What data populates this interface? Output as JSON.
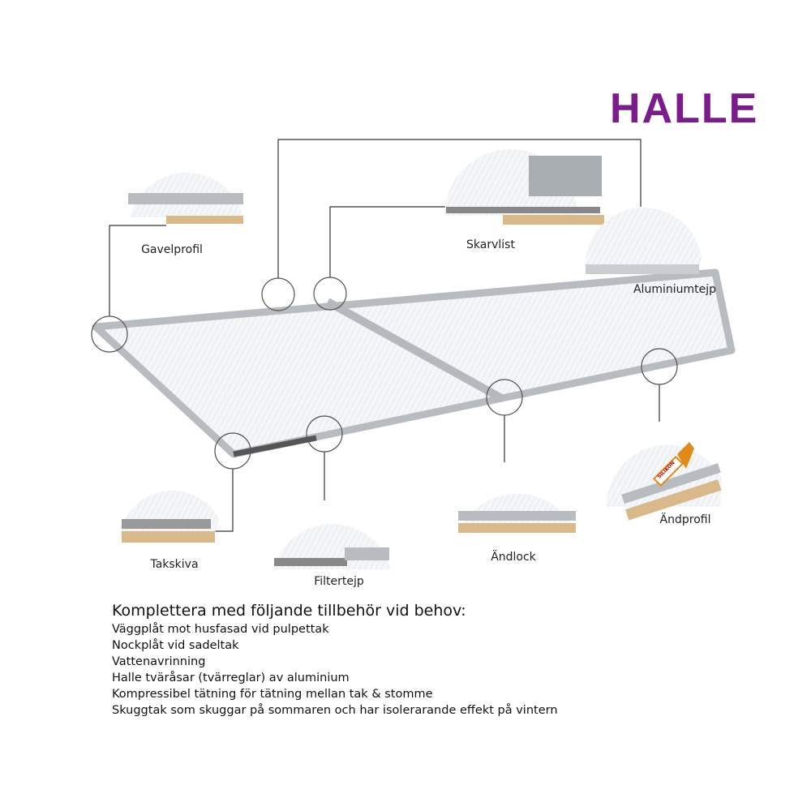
{
  "logo": {
    "text": "HALLE",
    "color": "#7b1c8c"
  },
  "labels": {
    "gavelprofil": "Gavelprofil",
    "skarvlist": "Skarvlist",
    "aluminiumtejp": "Aluminiumtejp",
    "takskiva": "Takskiva",
    "filtertejp": "Filtertejp",
    "andlock": "Ändlock",
    "andprofil": "Ändprofil",
    "silikon": "SILIKON"
  },
  "accessories": {
    "heading": "Komplettera med följande tillbehör vid behov:",
    "items": [
      "Väggplåt mot husfasad vid pulpettak",
      "Nockplåt vid sadeltak",
      "Vattenavrinning",
      "Halle tväråsar (tvärreglar) av aluminium",
      "Kompressibel tätning för tätning mellan tak & stomme",
      "Skuggtak som skuggar på sommaren och har isolerarande effekt på vintern"
    ]
  },
  "colors": {
    "frame": "#b8bcc0",
    "panel": "#f2f4f6",
    "wood": "#d9b98a",
    "line": "#333333"
  }
}
